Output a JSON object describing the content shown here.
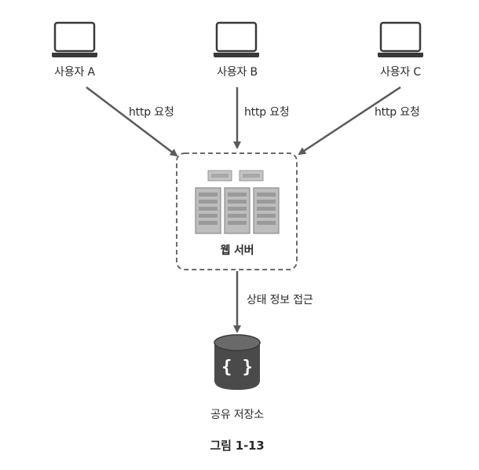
{
  "users": [
    {
      "label": "사용자 A"
    },
    {
      "label": "사용자 B"
    },
    {
      "label": "사용자 C"
    }
  ],
  "edges": {
    "user_a": "http 요청",
    "user_b": "http 요청",
    "user_c": "http 요청",
    "server_to_store": "상태 정보 접근"
  },
  "web_server": {
    "label": "웹 서버"
  },
  "shared_store": {
    "label": "공유 저장소",
    "glyph": "{ }"
  },
  "caption": "그림 1-13",
  "colors": {
    "stroke": "#5a5a5a",
    "server_fill": "#bdbdbd",
    "server_dark": "#8e8e8e",
    "db_fill": "#4a4a4a",
    "dashed": "#6a6a6a",
    "text": "#2b2b2b"
  }
}
